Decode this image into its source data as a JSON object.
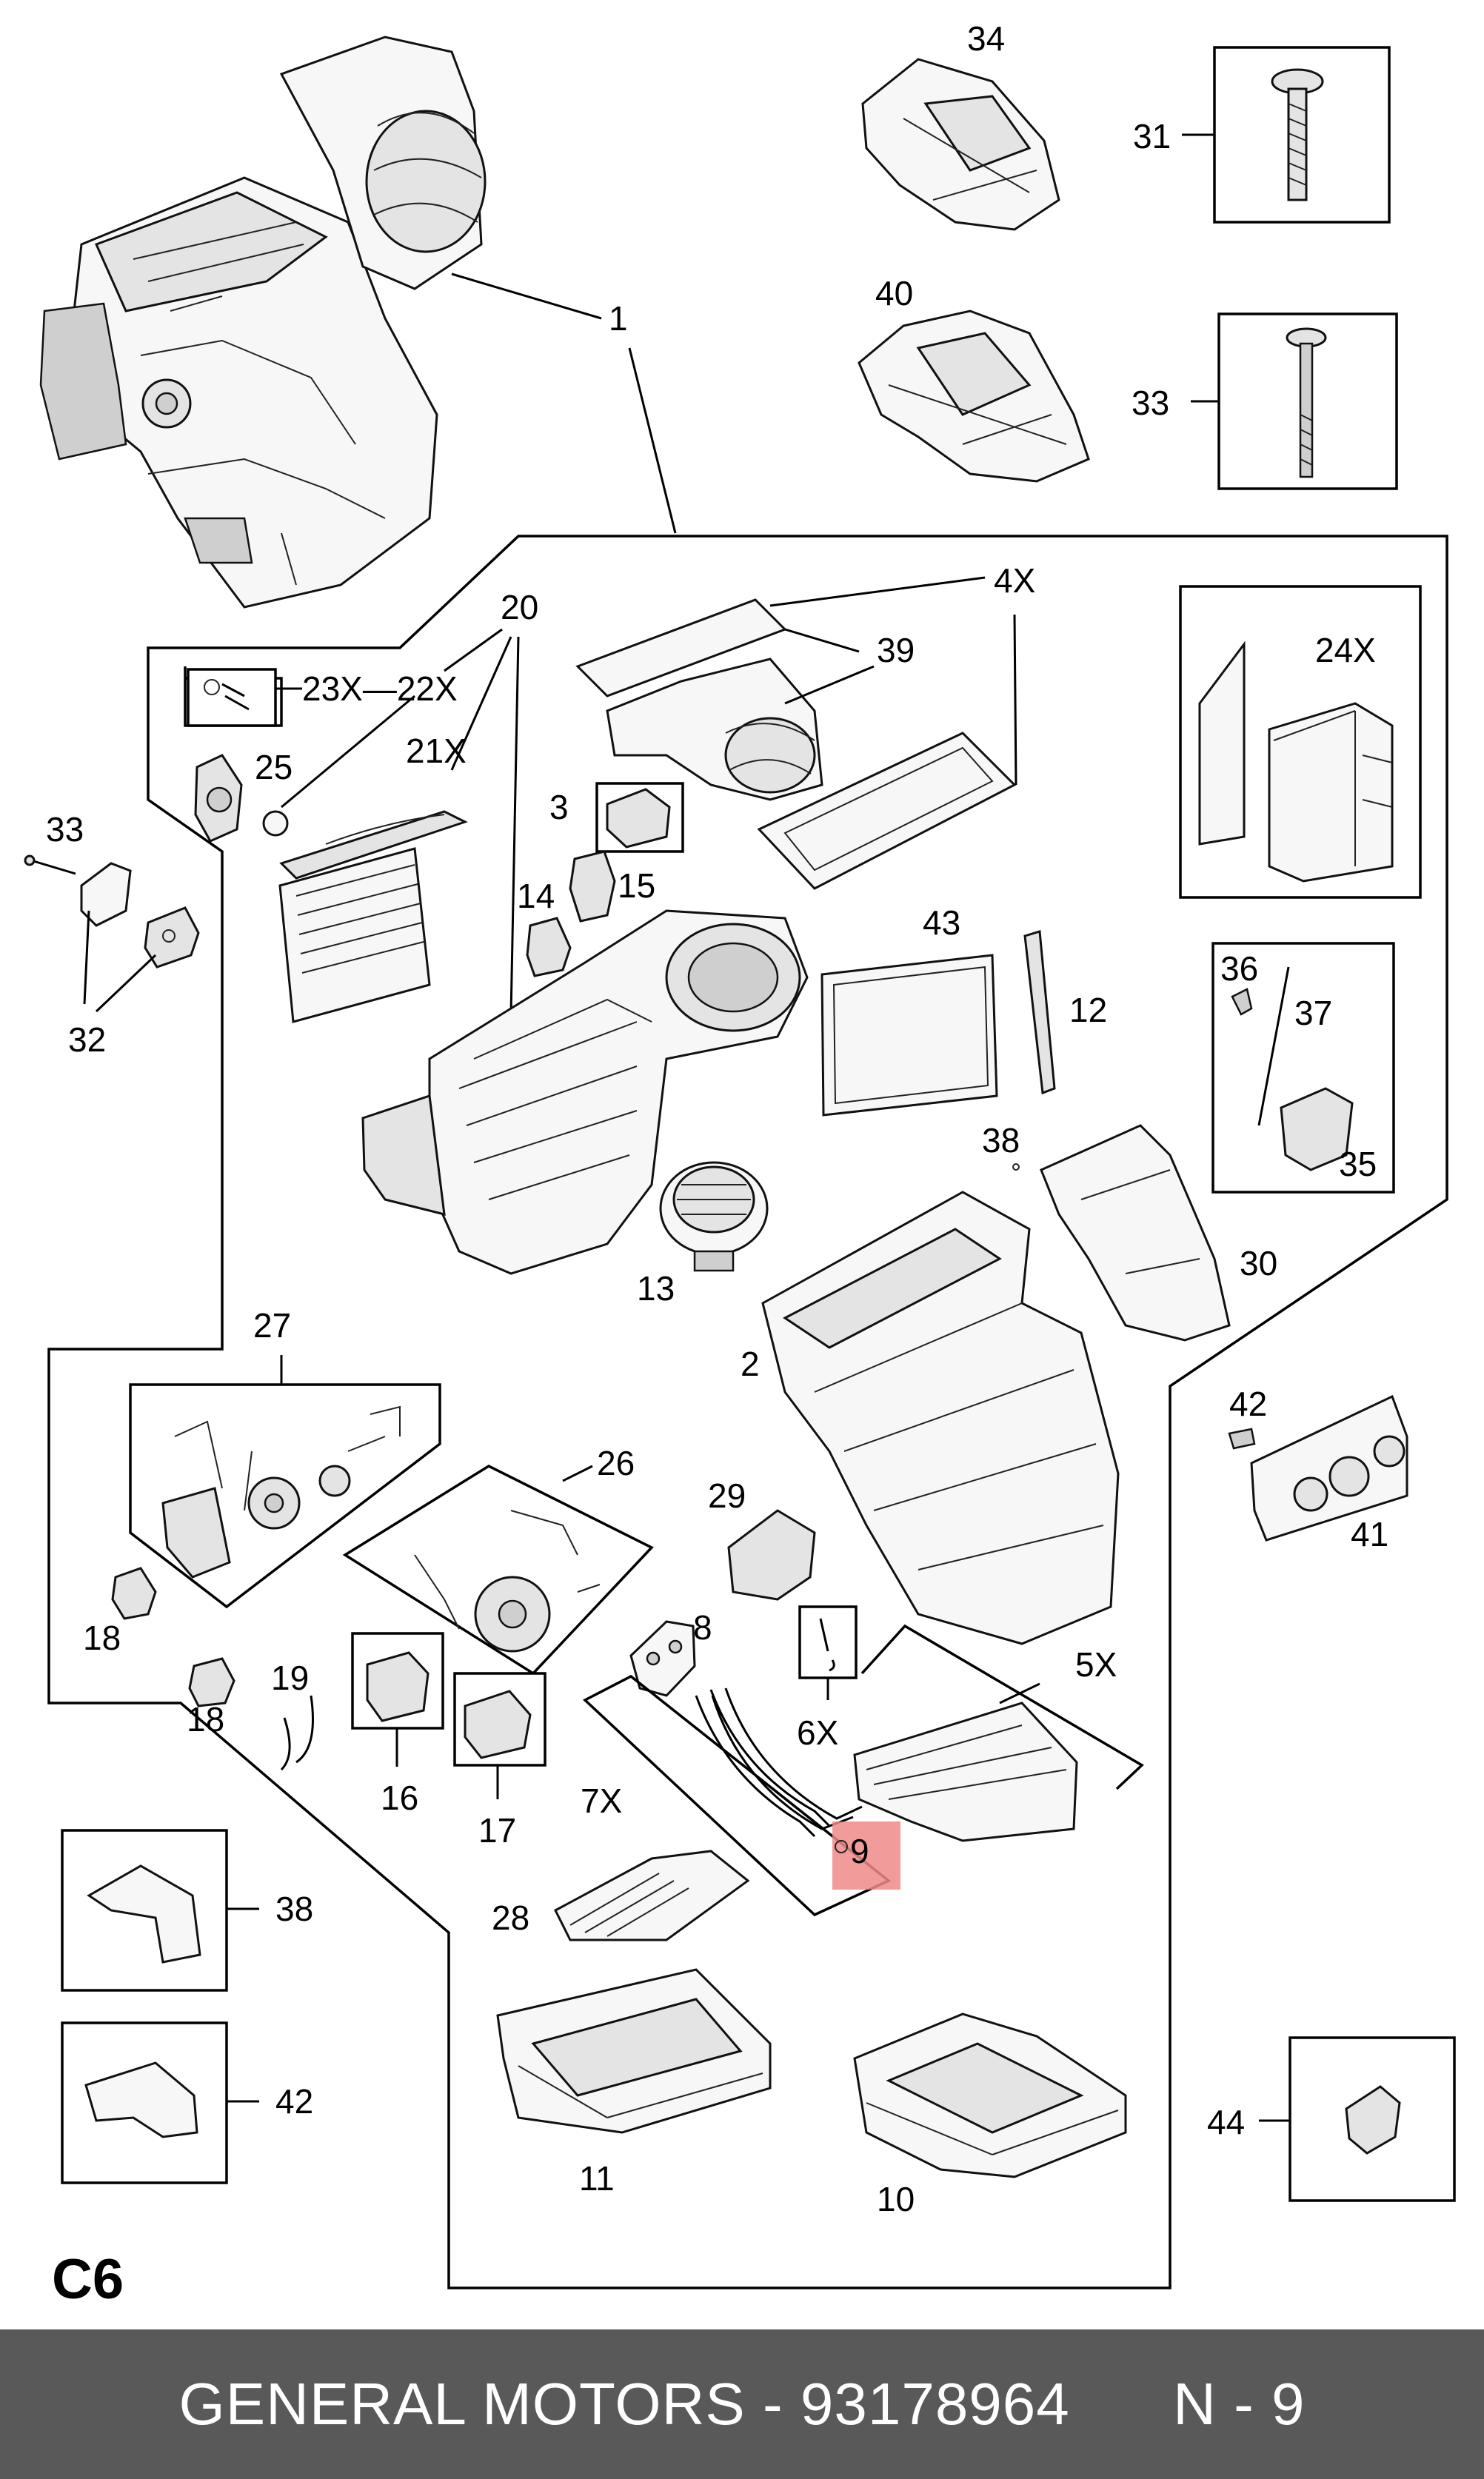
{
  "diagram": {
    "section_code": "C6",
    "callouts": {
      "c1": "1",
      "c2": "2",
      "c3": "3",
      "c4x": "4X",
      "c5x": "5X",
      "c6x": "6X",
      "c7x": "7X",
      "c8": "8",
      "c9": "9",
      "c10": "10",
      "c11": "11",
      "c12": "12",
      "c13": "13",
      "c14": "14",
      "c15": "15",
      "c16": "16",
      "c17": "17",
      "c18a": "18",
      "c18b": "18",
      "c19": "19",
      "c20": "20",
      "c21x": "21X",
      "c22x": "23X—22X",
      "c24x": "24X",
      "c25": "25",
      "c26": "26",
      "c27": "27",
      "c28": "28",
      "c29": "29",
      "c30": "30",
      "c31": "31",
      "c32": "32",
      "c33a": "33",
      "c33b": "33",
      "c34": "34",
      "c35": "35",
      "c36": "36",
      "c37": "37",
      "c38a": "38",
      "c38b": "38",
      "c39": "39",
      "c40": "40",
      "c41": "41",
      "c42a": "42",
      "c42b": "42",
      "c43": "43",
      "c44": "44"
    },
    "highlighted_part": "9",
    "highlight_color": "#f08a8a"
  },
  "footer": {
    "text": "GENERAL MOTORS - 93178964      N - 9",
    "background": "#595959",
    "text_color": "#ffffff"
  }
}
